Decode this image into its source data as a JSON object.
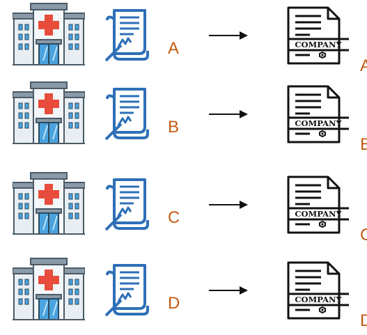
{
  "rows": [
    {
      "label": "A",
      "certificate_text": "COMPANY",
      "right_label": "A"
    },
    {
      "label": "B",
      "certificate_text": "COMPANY",
      "right_label": "B"
    },
    {
      "label": "C",
      "certificate_text": "COMPANY",
      "right_label": "C"
    },
    {
      "label": "D",
      "certificate_text": "COMPANY",
      "right_label": "D"
    }
  ],
  "icons": {
    "source": "hospital-icon",
    "document": "contract-document-icon",
    "flow": "arrow-right-icon",
    "target": "company-certificate-icon"
  },
  "colors": {
    "label": "#c55a11",
    "contract_blue": "#2e6fb7",
    "building_gray": "#a3b6c4",
    "cross_red": "#e74c3c",
    "line": "#111111"
  }
}
